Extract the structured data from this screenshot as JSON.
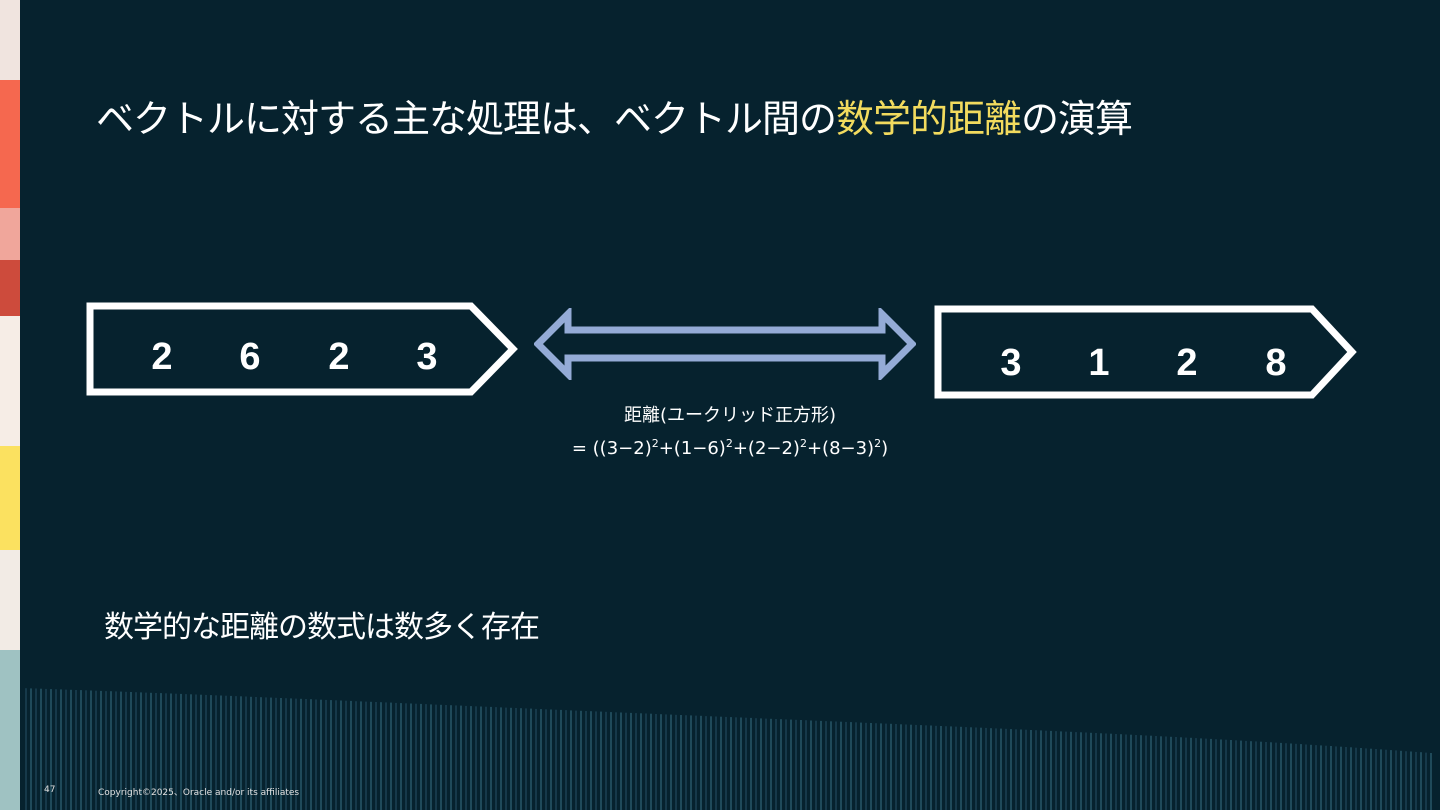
{
  "title": {
    "prefix": "ベクトルに対する主な処理は、ベクトル間の",
    "highlight": "数学的距離",
    "suffix": "の演算"
  },
  "vector_a": [
    "2",
    "6",
    "2",
    "3"
  ],
  "vector_b": [
    "3",
    "1",
    "2",
    "8"
  ],
  "formula": {
    "label": "距離(ユークリッド正方形)",
    "prefix": "= ((3−2)",
    "t1": "+(1−6)",
    "t2": "+(2−2)",
    "t3": "+(8−3)",
    "suffix": ")",
    "exp": "2"
  },
  "subtitle": "数学的な距離の数式は数多く存在",
  "footer": {
    "page_number": "47",
    "copyright": "Copyright©2025、Oracle and/or its affiliates"
  },
  "colors": {
    "background": "#06222e",
    "highlight": "#f2db5e",
    "arrow": "#94abd6",
    "stripe": [
      "#f0e4df",
      "#f5684f",
      "#f0a69b",
      "#cd4b3c",
      "#f6ede6",
      "#fbe160",
      "#f2ebe5",
      "#9fc2c2"
    ]
  }
}
